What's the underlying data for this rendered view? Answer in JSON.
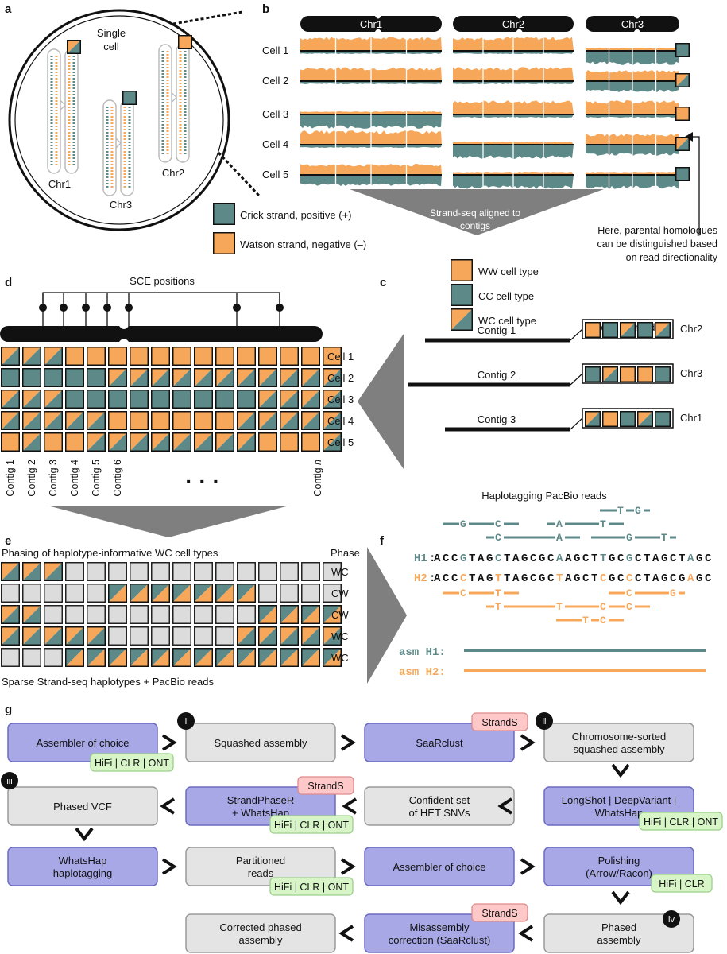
{
  "panels": {
    "a": "a",
    "b": "b",
    "c": "c",
    "d": "d",
    "e": "e",
    "f": "f",
    "g": "g"
  },
  "colors": {
    "crick": "#5d8a88",
    "watson": "#f7a75a",
    "purple": "#a8a8e6",
    "purple_stroke": "#6b6bc2",
    "grey": "#e4e4e4",
    "green": "#d8f5c8",
    "red": "#ffc8c8"
  },
  "a": {
    "single_cell": [
      "Single",
      "cell"
    ],
    "chr1": "Chr1",
    "chr2": "Chr2",
    "chr3": "Chr3"
  },
  "b": {
    "chromosomes": [
      "Chr1",
      "Chr2",
      "Chr3"
    ],
    "cells": [
      "Cell 1",
      "Cell 2",
      "Cell 3",
      "Cell 4",
      "Cell 5"
    ],
    "states": [
      [
        "WW",
        "WW",
        "CC"
      ],
      [
        "WW",
        "WW",
        "WC"
      ],
      [
        "CC",
        "WW",
        "WW"
      ],
      [
        "WW",
        "CC",
        "WC"
      ],
      [
        "WC",
        "CC",
        "CC"
      ]
    ],
    "arrow_label": [
      "Strand-seq aligned to",
      "contigs"
    ],
    "note": [
      "Here, parental homologues",
      "can be distinguished based",
      "on read directionality"
    ]
  },
  "legend": {
    "crick": "Crick strand, positive (+)",
    "watson": "Watson strand, negative (–)"
  },
  "c": {
    "ww": "WW cell type",
    "cc": "CC cell type",
    "wc": "WC cell type",
    "barcode_title": "Unique ‘barcode’",
    "contigs": [
      {
        "name": "Contig 1",
        "chr": "Chr2",
        "code": [
          "W",
          "C",
          "X",
          "C",
          "X"
        ]
      },
      {
        "name": "Contig 2",
        "chr": "Chr3",
        "code": [
          "C",
          "X",
          "W",
          "W",
          "C"
        ]
      },
      {
        "name": "Contig 3",
        "chr": "Chr1",
        "code": [
          "X",
          "W",
          "C",
          "X",
          "C"
        ]
      }
    ]
  },
  "d": {
    "sce_title": "SCE positions",
    "cells": [
      "Cell 1",
      "Cell 2",
      "Cell 3",
      "Cell 4",
      "Cell 5"
    ],
    "contigs": [
      "Contig 1",
      "Contig 2",
      "Contig 3",
      "Contig 4",
      "Contig 5",
      "Contig 6",
      "Contig n"
    ],
    "dots": "· · ·",
    "grid": [
      "XXXWWWWWWWWWWWWW",
      "CCCCCXXXXXXXXXXX",
      "XXXCCCCCCCCCXXXX",
      "XXXXXWWWWWWXXXXX",
      "WXWWXXXXXXXXWWWX"
    ]
  },
  "e": {
    "title": "Phasing of haplotype-informative WC cell types",
    "phase_header": "Phase",
    "phases": [
      "WC",
      "CW",
      "CW",
      "WC",
      "WC"
    ],
    "grid": [
      "XXXGGGGGGGGGGGGG",
      "GGGGGYYYYYYYGGGG",
      "XXGGGGGGGGGGYYYY",
      "XXXXXGGGGGGXXXXX",
      "GGGYYYYYYYYYYYYY"
    ],
    "footer": "Sparse Strand-seq haplotypes + PacBio reads"
  },
  "f": {
    "title": "Haplotagging PacBio reads",
    "h1_label": "H1",
    "h2_label": "H2",
    "h1_seq": "ACCGTAGCTAGCGCAAGCTTGCGCTAGCTAGC",
    "h2_seq": "ACCCTAGTTAGCGCTAGCTCGCCCTAGCGAGC",
    "var_positions": [
      3,
      7,
      14,
      19,
      22,
      29
    ],
    "reads_h1": [
      {
        "row": 0,
        "start": 19,
        "end": 24,
        "letters": [
          [
            21,
            "T"
          ],
          [
            23,
            "G"
          ]
        ]
      },
      {
        "row": 1,
        "start": 1,
        "end": 9,
        "letters": [
          [
            3,
            "G"
          ],
          [
            7,
            "C"
          ]
        ]
      },
      {
        "row": 1,
        "start": 13,
        "end": 21,
        "letters": [
          [
            14,
            "A"
          ],
          [
            19,
            "T"
          ]
        ]
      },
      {
        "row": 2,
        "start": 6,
        "end": 16,
        "letters": [
          [
            7,
            "C"
          ],
          [
            14,
            "A"
          ]
        ]
      },
      {
        "row": 2,
        "start": 18,
        "end": 27,
        "letters": [
          [
            22,
            "G"
          ],
          [
            26,
            "T"
          ]
        ]
      }
    ],
    "reads_h2": [
      {
        "row": 0,
        "start": 1,
        "end": 9,
        "letters": [
          [
            3,
            "C"
          ],
          [
            7,
            "T"
          ]
        ]
      },
      {
        "row": 0,
        "start": 20,
        "end": 28,
        "letters": [
          [
            22,
            "C"
          ],
          [
            27,
            "G"
          ]
        ]
      },
      {
        "row": 1,
        "start": 6,
        "end": 24,
        "letters": [
          [
            7,
            "T"
          ],
          [
            14,
            "T"
          ],
          [
            19,
            "C"
          ],
          [
            22,
            "C"
          ]
        ]
      },
      {
        "row": 2,
        "start": 14,
        "end": 21,
        "letters": [
          [
            17,
            "T"
          ],
          [
            19,
            "C"
          ]
        ]
      }
    ],
    "asm_h1": "asm H1:",
    "asm_h2": "asm H2:"
  },
  "g": {
    "boxes": [
      {
        "id": "assembler1",
        "text": [
          "Assembler of choice"
        ],
        "kind": "purple"
      },
      {
        "id": "squashed",
        "text": [
          "Squashed assembly"
        ],
        "kind": "grey"
      },
      {
        "id": "saarclust",
        "text": [
          "SaaRclust"
        ],
        "kind": "purple"
      },
      {
        "id": "chromsorted",
        "text": [
          "Chromosome-sorted",
          "squashed assembly"
        ],
        "kind": "grey"
      },
      {
        "id": "phasedvcf",
        "text": [
          "Phased VCF"
        ],
        "kind": "grey"
      },
      {
        "id": "strandphaser",
        "text": [
          "StrandPhaseR",
          "+ WhatsHap"
        ],
        "kind": "purple"
      },
      {
        "id": "confident",
        "text": [
          "Confident set",
          "of HET SNVs"
        ],
        "kind": "grey"
      },
      {
        "id": "longshot",
        "text": [
          "LongShot | DeepVariant |",
          "WhatsHap"
        ],
        "kind": "purple"
      },
      {
        "id": "haplotagging",
        "text": [
          "WhatsHap",
          "haplotagging"
        ],
        "kind": "purple"
      },
      {
        "id": "partitioned",
        "text": [
          "Partitioned",
          "reads"
        ],
        "kind": "grey"
      },
      {
        "id": "assembler2",
        "text": [
          "Assembler of choice"
        ],
        "kind": "purple"
      },
      {
        "id": "polishing",
        "text": [
          "Polishing",
          "(Arrow/Racon)"
        ],
        "kind": "purple"
      },
      {
        "id": "corrected",
        "text": [
          "Corrected phased",
          "assembly"
        ],
        "kind": "grey"
      },
      {
        "id": "misassembly",
        "text": [
          "Misassembly",
          "correction (SaaRclust)"
        ],
        "kind": "purple"
      },
      {
        "id": "phasedasm",
        "text": [
          "Phased",
          "assembly"
        ],
        "kind": "grey"
      }
    ],
    "tags": {
      "hifi_clr_ont": "HiFi | CLR | ONT",
      "hifi_clr": "HiFi | CLR",
      "strands": "StrandS"
    },
    "steps": [
      "i",
      "ii",
      "iii",
      "iv"
    ]
  }
}
